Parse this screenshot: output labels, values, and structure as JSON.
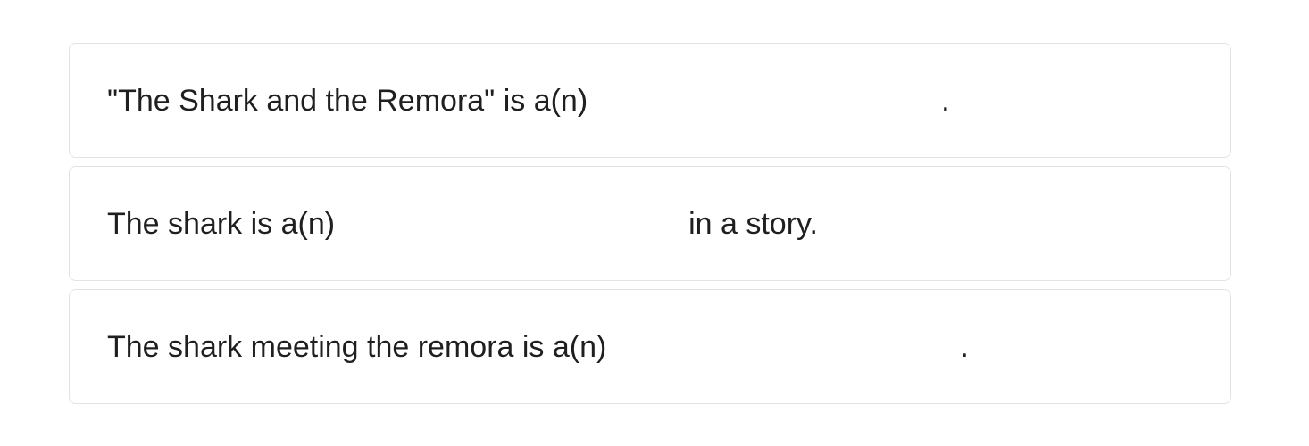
{
  "questions": [
    {
      "before": "\"The Shark and the Remora\" is a(n)",
      "after": "."
    },
    {
      "before": "The shark is a(n)",
      "after": "in a story."
    },
    {
      "before": "The shark meeting the remora is a(n)",
      "after": "."
    }
  ]
}
